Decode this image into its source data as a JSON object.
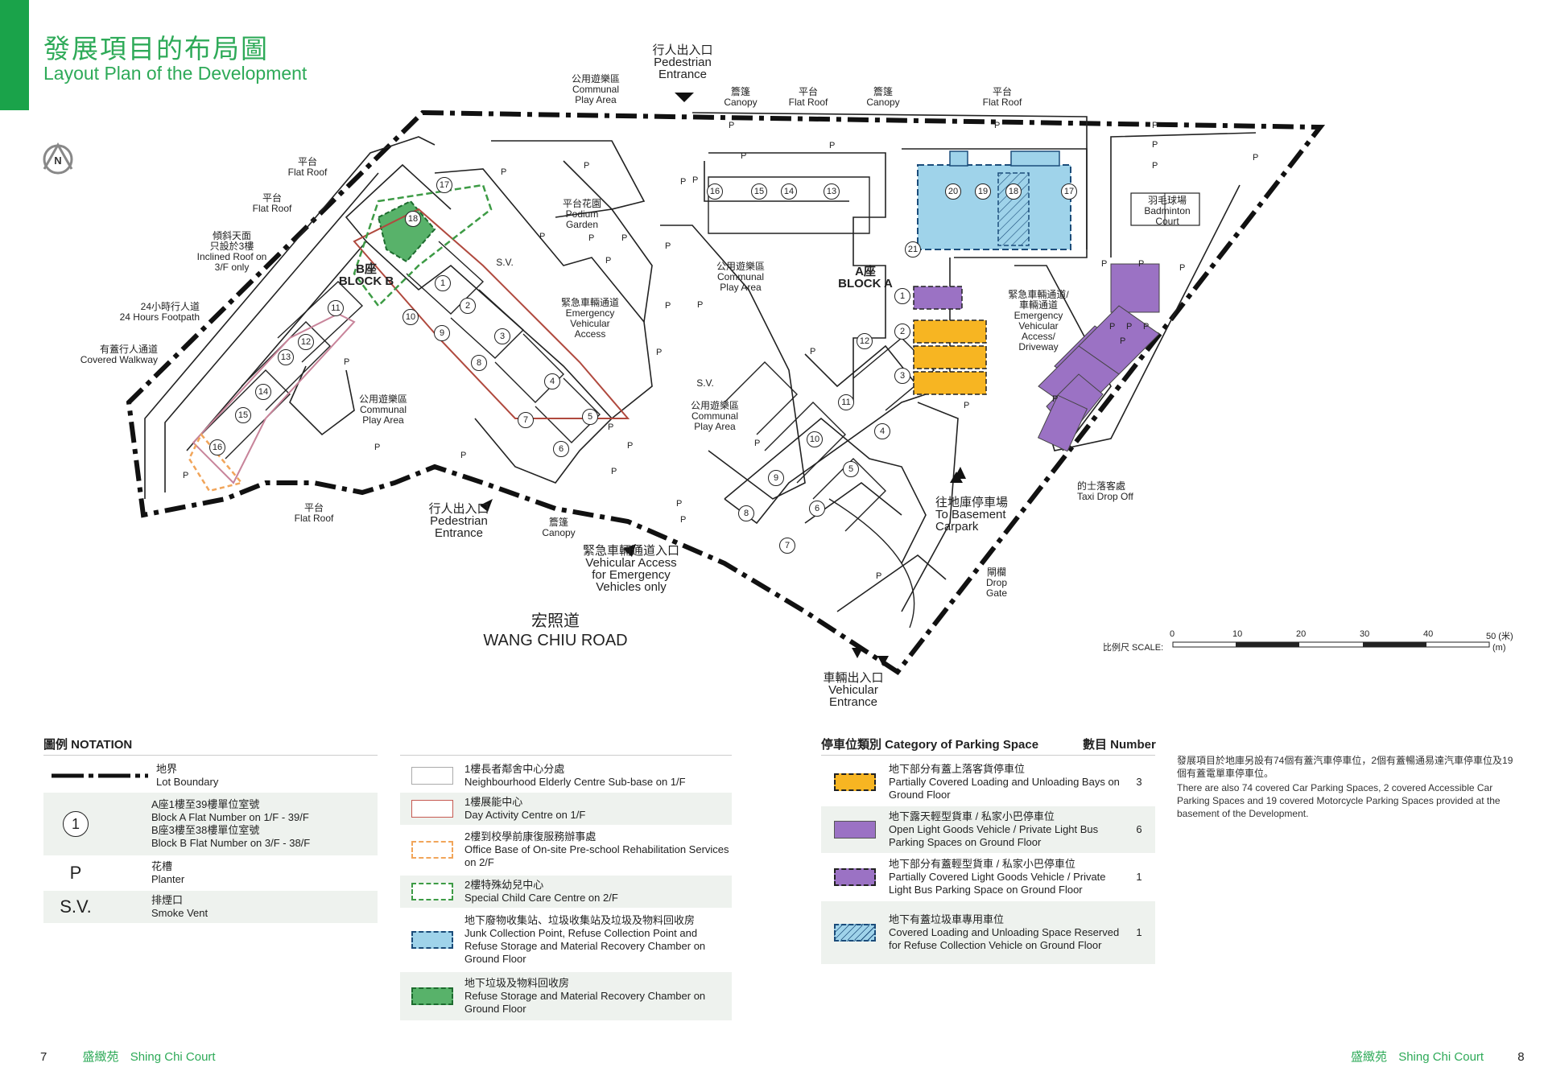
{
  "header": {
    "title_zh": "發展項目的布局圖",
    "title_en": "Layout Plan of the Development",
    "north": "N"
  },
  "colors": {
    "accent": "#2eaa58",
    "loading": "#f7b522",
    "goods": "#9b72c4",
    "refuse": "#9fd3ea",
    "green_room": "#58b26a",
    "lot": "#111111"
  },
  "map_labels": [
    {
      "id": "ped1",
      "text": [
        "行人出入口",
        "Pedestrian",
        "Entrance"
      ],
      "cls": "big"
    },
    {
      "id": "cpa1",
      "text": [
        "公用遊樂區",
        "Communal",
        "Play Area"
      ],
      "cls": ""
    },
    {
      "id": "can1",
      "text": [
        "簷篷",
        "Canopy"
      ],
      "cls": ""
    },
    {
      "id": "fr1",
      "text": [
        "平台",
        "Flat Roof"
      ],
      "cls": ""
    },
    {
      "id": "can2",
      "text": [
        "簷篷",
        "Canopy"
      ],
      "cls": ""
    },
    {
      "id": "fr2",
      "text": [
        "平台",
        "Flat Roof"
      ],
      "cls": ""
    },
    {
      "id": "fr3",
      "text": [
        "平台",
        "Flat Roof"
      ],
      "cls": ""
    },
    {
      "id": "fr4",
      "text": [
        "平台",
        "Flat Roof"
      ],
      "cls": ""
    },
    {
      "id": "incl",
      "text": [
        "傾斜天面",
        "只設於3樓",
        "Inclined Roof on",
        "3/F only"
      ],
      "cls": ""
    },
    {
      "id": "foot24",
      "text": [
        "24小時行人道",
        "24 Hours Footpath"
      ],
      "cls": "right"
    },
    {
      "id": "walk",
      "text": [
        "有蓋行人通道",
        "Covered Walkway"
      ],
      "cls": "right"
    },
    {
      "id": "podium",
      "text": [
        "平台花園",
        "Podium",
        "Garden"
      ],
      "cls": ""
    },
    {
      "id": "blockb",
      "text": [
        "B座",
        "BLOCK B"
      ],
      "cls": "blk"
    },
    {
      "id": "sv1",
      "text": [
        "S.V."
      ],
      "cls": ""
    },
    {
      "id": "eva1",
      "text": [
        "緊急車輛通道",
        "Emergency",
        "Vehicular",
        "Access"
      ],
      "cls": ""
    },
    {
      "id": "cpa2",
      "text": [
        "公用遊樂區",
        "Communal",
        "Play Area"
      ],
      "cls": ""
    },
    {
      "id": "cpa3",
      "text": [
        "公用遊樂區",
        "Communal",
        "Play Area"
      ],
      "cls": ""
    },
    {
      "id": "sv2",
      "text": [
        "S.V."
      ],
      "cls": ""
    },
    {
      "id": "cpa4",
      "text": [
        "公用遊樂區",
        "Communal",
        "Play Area"
      ],
      "cls": ""
    },
    {
      "id": "blocka",
      "text": [
        "A座",
        "BLOCK A"
      ],
      "cls": "blk"
    },
    {
      "id": "eva2",
      "text": [
        "緊急車輛通道/",
        "車輛通道",
        "Emergency",
        "Vehicular",
        "Access/",
        "Driveway"
      ],
      "cls": ""
    },
    {
      "id": "badm",
      "text": [
        "羽毛球場",
        "Badminton",
        "Court"
      ],
      "cls": ""
    },
    {
      "id": "taxi",
      "text": [
        "的士落客處",
        "Taxi Drop Off"
      ],
      "cls": "left"
    },
    {
      "id": "basement",
      "text": [
        "往地庫停車場",
        "To Basement",
        "Carpark"
      ],
      "cls": "big left"
    },
    {
      "id": "drop",
      "text": [
        "閘欄",
        "Drop",
        "Gate"
      ],
      "cls": ""
    },
    {
      "id": "fr5",
      "text": [
        "平台",
        "Flat Roof"
      ],
      "cls": ""
    },
    {
      "id": "ped2",
      "text": [
        "行人出入口",
        "Pedestrian",
        "Entrance"
      ],
      "cls": "big"
    },
    {
      "id": "can3",
      "text": [
        "簷篷",
        "Canopy"
      ],
      "cls": ""
    },
    {
      "id": "vae",
      "text": [
        "緊急車輛通道入口",
        "Vehicular Access",
        "for Emergency",
        "Vehicles only"
      ],
      "cls": "big"
    },
    {
      "id": "road",
      "text": [
        "宏照道",
        "WANG CHIU ROAD"
      ],
      "cls": "road"
    },
    {
      "id": "vent",
      "text": [
        "車輛出入口",
        "Vehicular",
        "Entrance"
      ],
      "cls": "big"
    }
  ],
  "flat_numbers": {
    "block_a": [
      "16",
      "15",
      "14",
      "13",
      "20",
      "19",
      "18",
      "17",
      "21",
      "1",
      "2",
      "3",
      "12",
      "11",
      "10",
      "4",
      "9",
      "5",
      "8",
      "6",
      "7"
    ],
    "block_b": [
      "17",
      "18",
      "1",
      "2",
      "10",
      "9",
      "3",
      "11",
      "12",
      "13",
      "8",
      "4",
      "14",
      "15",
      "7",
      "5",
      "16",
      "6"
    ]
  },
  "planter_mark": "P",
  "scale": {
    "label": "比例尺 SCALE:",
    "ticks": [
      "0",
      "10",
      "20",
      "30",
      "40",
      "50 (米)"
    ],
    "unit": "(m)"
  },
  "notation": {
    "title": "圖例 NOTATION",
    "items": [
      {
        "sym": "lot",
        "zh": "地界",
        "en": "Lot Boundary"
      },
      {
        "sym": "circle1",
        "zh": "A座1樓至39樓單位室號",
        "en": "Block A Flat Number on 1/F - 39/F",
        "zh2": "B座3樓至38樓單位室號",
        "en2": "Block B Flat Number on 3/F - 38/F"
      },
      {
        "sym": "P",
        "zh": "花槽",
        "en": "Planter"
      },
      {
        "sym": "S.V.",
        "zh": "排煙口",
        "en": "Smoke Vent"
      }
    ],
    "items2": [
      {
        "sym": "outline-grey",
        "zh": "1樓長者鄰舍中心分處",
        "en": "Neighbourhood Elderly Centre Sub-base on 1/F"
      },
      {
        "sym": "outline-red",
        "zh": "1樓展能中心",
        "en": "Day Activity Centre on 1/F"
      },
      {
        "sym": "dash-orange",
        "zh": "2樓到校學前康復服務辦事處",
        "en": "Office Base of On-site Pre-school Rehabilitation Services on 2/F"
      },
      {
        "sym": "dash-green",
        "zh": "2樓特殊幼兒中心",
        "en": "Special Child Care Centre on 2/F"
      },
      {
        "sym": "fill-blue",
        "zh": "地下廢物收集站、垃圾收集站及垃圾及物料回收房",
        "en": "Junk Collection Point, Refuse Collection Point and Refuse Storage and Material Recovery Chamber on Ground Floor"
      },
      {
        "sym": "fill-green",
        "zh": "地下垃圾及物料回收房",
        "en": "Refuse Storage and Material Recovery Chamber on Ground Floor"
      }
    ]
  },
  "parking": {
    "title": "停車位類別 Category of Parking Space",
    "count_title": "數目 Number",
    "items": [
      {
        "sym": "yellow",
        "zh": "地下部分有蓋上落客貨停車位",
        "en": "Partially Covered Loading and Unloading Bays on Ground Floor",
        "count": "3"
      },
      {
        "sym": "purple",
        "zh": "地下露天輕型貨車 / 私家小巴停車位",
        "en": "Open Light Goods Vehicle / Private Light Bus Parking Spaces on Ground Floor",
        "count": "6"
      },
      {
        "sym": "purple-dash",
        "zh": "地下部分有蓋輕型貨車 / 私家小巴停車位",
        "en": "Partially Covered Light Goods Vehicle / Private Light Bus Parking Space on Ground Floor",
        "count": "1"
      },
      {
        "sym": "blue-hatch",
        "zh": "地下有蓋垃圾車專用車位",
        "en": "Covered Loading and Unloading Space Reserved for Refuse Collection Vehicle on Ground Floor",
        "count": "1"
      }
    ]
  },
  "note": {
    "zh": "發展項目於地庫另設有74個有蓋汽車停車位，2個有蓋暢通易達汽車停車位及19個有蓋電單車停車位。",
    "en": "There are also 74 covered Car Parking Spaces, 2 covered Accessible Car Parking Spaces and 19 covered Motorcycle Parking Spaces provided at the basement of the Development."
  },
  "footer": {
    "left_page": "7",
    "left_zh": "盛緻苑",
    "left_en": "Shing Chi Court",
    "right_zh": "盛緻苑",
    "right_en": "Shing Chi Court",
    "right_page": "8"
  }
}
